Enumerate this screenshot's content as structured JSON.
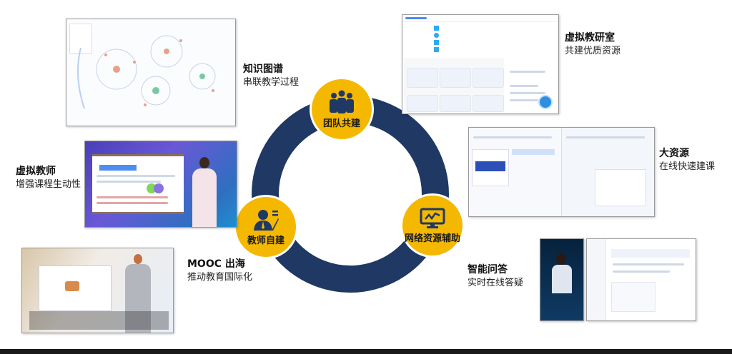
{
  "center_nodes": [
    {
      "label": "团队共建",
      "icon": "team-icon"
    },
    {
      "label": "教师自建",
      "icon": "teacher-icon"
    },
    {
      "label": "网络资源辅助",
      "icon": "monitor-chart-icon"
    }
  ],
  "features": {
    "knowledge_graph": {
      "title": "知识图谱",
      "subtitle": "串联教学过程"
    },
    "virtual_lab": {
      "title": "虚拟教研室",
      "subtitle": "共建优质资源"
    },
    "virtual_teacher": {
      "title": "虚拟教师",
      "subtitle": "增强课程生动性"
    },
    "big_resource": {
      "title": "大资源",
      "subtitle": "在线快速建课"
    },
    "mooc": {
      "title": "MOOC 出海",
      "subtitle": "推动教育国际化"
    },
    "smart_qa": {
      "title": "智能问答",
      "subtitle": "实时在线答疑"
    }
  },
  "colors": {
    "ring": "#1f3864",
    "node": "#f5b800"
  }
}
